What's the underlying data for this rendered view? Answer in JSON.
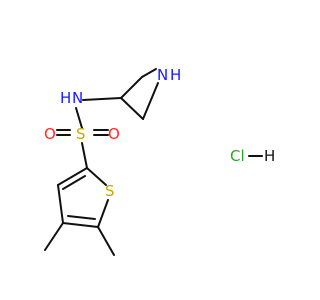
{
  "molecule": {
    "atoms": {
      "n_ring": {
        "symbol": "N",
        "h": "H",
        "color": "#1a1aff"
      },
      "n_amide": {
        "symbol": "N",
        "h": "H",
        "color": "#1a1aff"
      },
      "s_sulfonyl": {
        "symbol": "S",
        "color": "#c8a800"
      },
      "o_left": {
        "symbol": "O",
        "color": "#ff2a2a"
      },
      "o_right": {
        "symbol": "O",
        "color": "#ff2a2a"
      },
      "s_ring": {
        "symbol": "S",
        "color": "#c8a800"
      }
    },
    "salt": {
      "cl": "Cl",
      "h": "H",
      "cl_color": "#22aa22",
      "h_color": "#111111"
    }
  }
}
